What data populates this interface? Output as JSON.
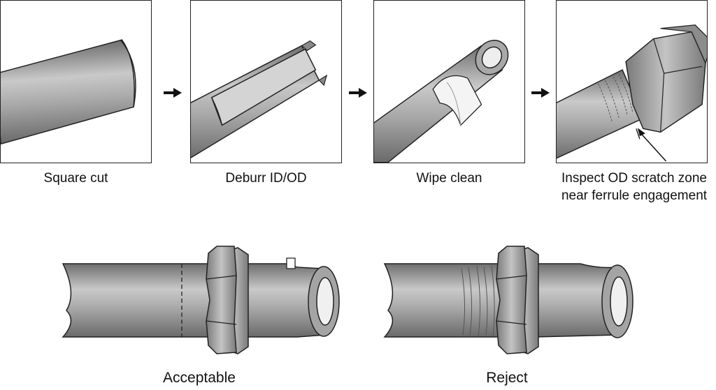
{
  "steps": [
    {
      "label": "Square cut"
    },
    {
      "label": "Deburr ID/OD"
    },
    {
      "label": "Wipe clean"
    },
    {
      "label": "Inspect OD scratch zone\nnear ferrule engagement"
    }
  ],
  "outcomes": {
    "acceptable": "Acceptable",
    "reject": "Reject"
  },
  "colors": {
    "tube": "#9a9a9a",
    "tube_light": "#c8c8c8",
    "outline": "#222222"
  }
}
